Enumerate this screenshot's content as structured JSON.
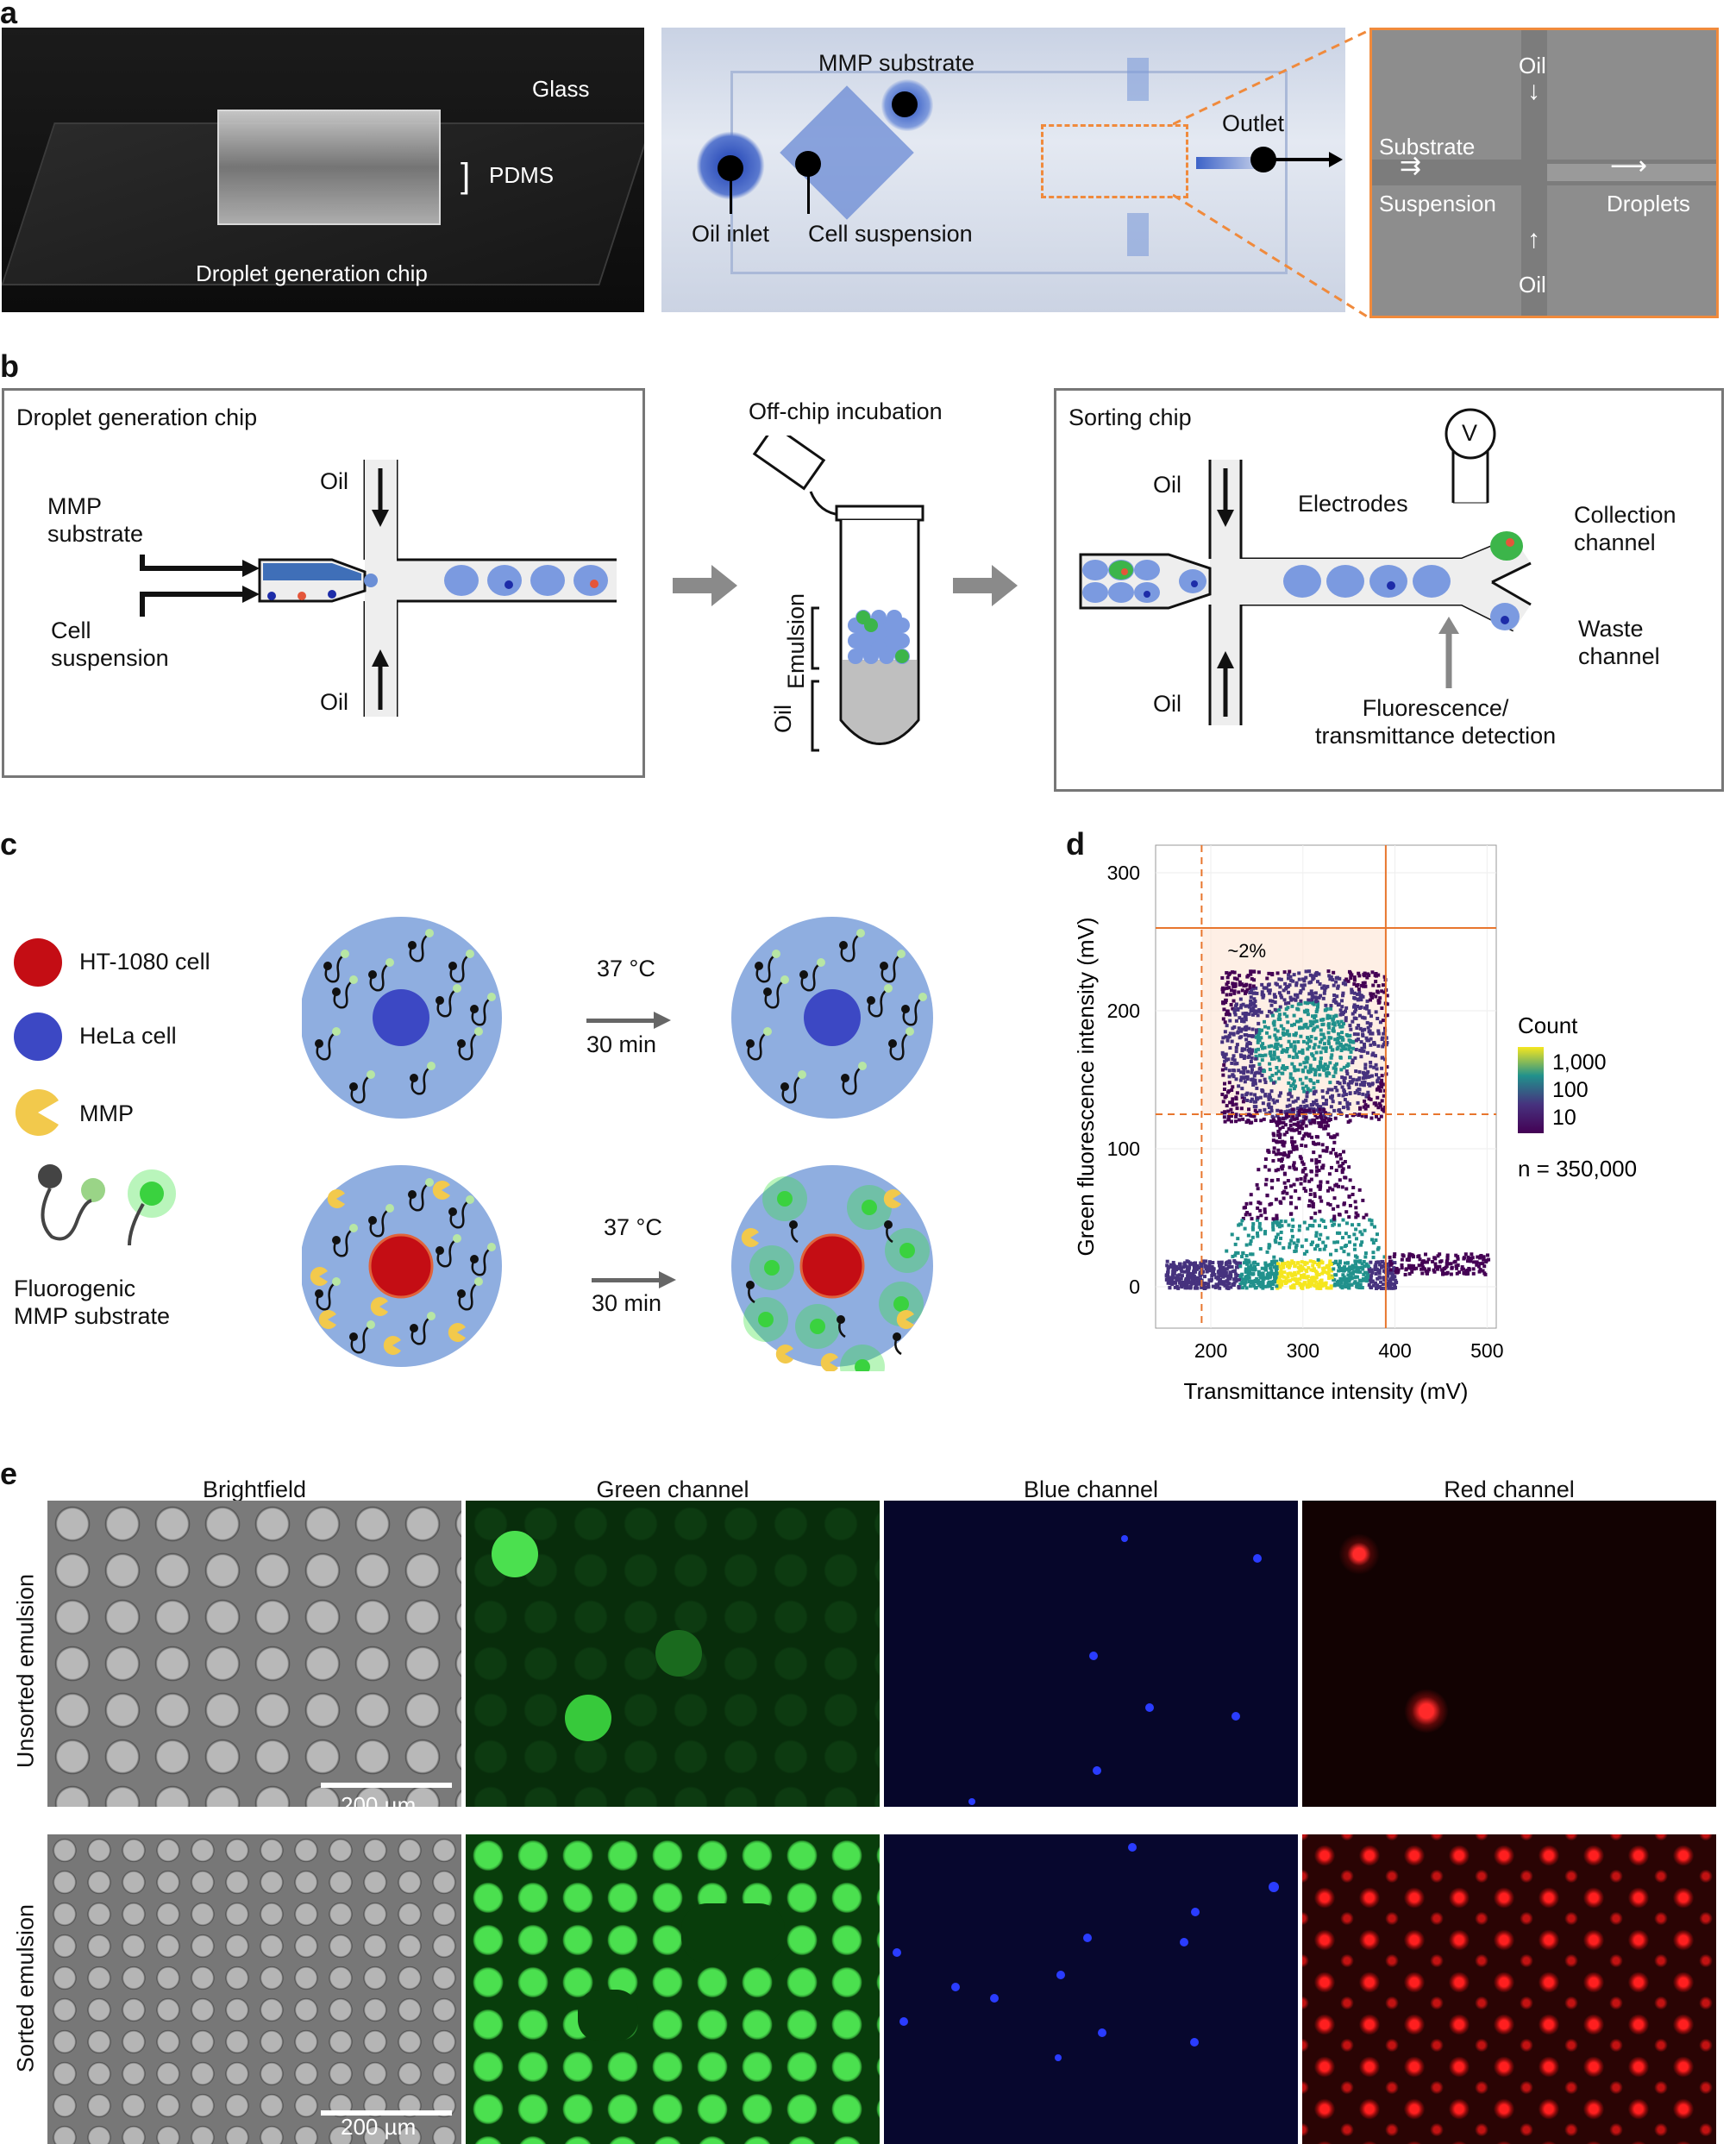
{
  "panels": {
    "a": {
      "letter": "a",
      "chip_photo": {
        "glass": "Glass",
        "pdms": "PDMS",
        "caption": "Droplet generation chip"
      },
      "device_photo": {
        "mmp_substrate": "MMP substrate",
        "oil_inlet": "Oil inlet",
        "cell_suspension": "Cell suspension",
        "outlet": "Outlet"
      },
      "zoom": {
        "oil_top": "Oil",
        "oil_bottom": "Oil",
        "substrate": "Substrate",
        "suspension": "Suspension",
        "droplets": "Droplets"
      }
    },
    "b": {
      "letter": "b",
      "gen_chip": {
        "title": "Droplet generation chip",
        "oil_top": "Oil",
        "oil_bottom": "Oil",
        "mmp_substrate": "MMP\nsubstrate",
        "cell_suspension": "Cell\nsuspension"
      },
      "incubation": {
        "title": "Off-chip incubation",
        "emulsion": "Emulsion",
        "oil": "Oil"
      },
      "sort_chip": {
        "title": "Sorting chip",
        "oil_top": "Oil",
        "oil_bottom": "Oil",
        "electrodes": "Electrodes",
        "voltage": "V",
        "collection": "Collection\nchannel",
        "waste": "Waste\nchannel",
        "detection": "Fluorescence/\ntransmittance detection"
      }
    },
    "c": {
      "letter": "c",
      "legend": {
        "ht1080": "HT-1080 cell",
        "hela": "HeLa cell",
        "mmp": "MMP",
        "substrate": "Fluorogenic\nMMP substrate"
      },
      "conditions": [
        {
          "temp": "37 °C",
          "time": "30 min"
        },
        {
          "temp": "37 °C",
          "time": "30 min"
        }
      ]
    },
    "e": {
      "letter": "e",
      "columns": [
        "Brightfield",
        "Green channel",
        "Blue channel",
        "Red channel"
      ],
      "rows": [
        "Unsorted emulsion",
        "Sorted emulsion"
      ],
      "scalebar": "200 µm"
    }
  },
  "chart_data": {
    "type": "heatmap",
    "panel_letter": "d",
    "xlabel": "Transmittance intensity (mV)",
    "ylabel": "Green fluorescence intensity (mV)",
    "xlim": [
      140,
      510
    ],
    "ylim": [
      -30,
      320
    ],
    "xticks": [
      200,
      300,
      400,
      500
    ],
    "yticks": [
      0,
      100,
      200,
      300
    ],
    "grid": true,
    "legend": {
      "title": "Count",
      "levels": [
        "1,000",
        "100",
        "10"
      ],
      "colors": [
        "#f5e61f",
        "#21918c",
        "#46327e",
        "#440154"
      ],
      "n_label": "n = 350,000"
    },
    "gates": {
      "vertical_dashed_x": 190,
      "vertical_solid_x": 390,
      "horizontal_solid_y": 260,
      "horizontal_dashed_y": 125,
      "gate_label": "~2%"
    },
    "density_regions": [
      {
        "name": "empty droplets band",
        "x": [
          150,
          400
        ],
        "y": [
          0,
          20
        ],
        "level": "high"
      },
      {
        "name": "cell droplets cluster",
        "x": [
          210,
          390
        ],
        "y": [
          120,
          230
        ],
        "level": "medium"
      },
      {
        "name": "high transmittance tail",
        "x": [
          390,
          500
        ],
        "y": [
          10,
          25
        ],
        "level": "low"
      }
    ]
  }
}
